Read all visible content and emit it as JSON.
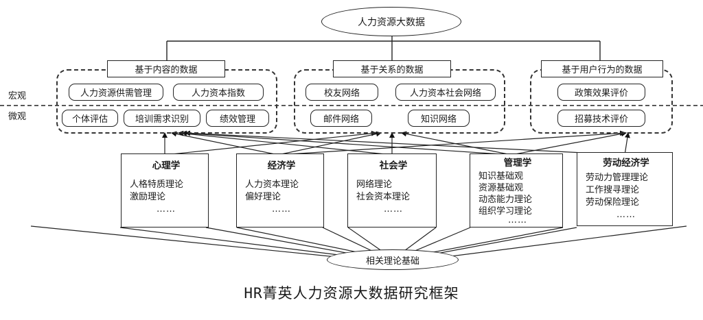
{
  "top": {
    "label": "人力资源大数据"
  },
  "bottom": {
    "label": "相关理论基础"
  },
  "side_labels": {
    "macro": "宏观",
    "micro": "微观"
  },
  "groups": [
    {
      "header": "基于内容的数据",
      "macro": [
        "人力资源供需管理",
        "人力资本指数"
      ],
      "micro": [
        "个体评估",
        "培训需求识别",
        "绩效管理"
      ]
    },
    {
      "header": "基于关系的数据",
      "macro": [
        "校友网络",
        "人力资本社会网络"
      ],
      "micro": [
        "邮件网络",
        "知识网络"
      ]
    },
    {
      "header": "基于用户行为的数据",
      "macro": [
        "政策效果评价"
      ],
      "micro": [
        "招募技术评价"
      ]
    }
  ],
  "theories": [
    {
      "title": "心理学",
      "items": [
        "人格特质理论",
        "激励理论"
      ],
      "more": "……"
    },
    {
      "title": "经济学",
      "items": [
        "人力资本理论",
        "偏好理论"
      ],
      "more": "……"
    },
    {
      "title": "社会学",
      "items": [
        "网络理论",
        "社会资本理论"
      ],
      "more": "……"
    },
    {
      "title": "管理学",
      "items": [
        "知识基础观",
        "资源基础观",
        "动态能力理论",
        "组织学习理论"
      ],
      "more": "……"
    },
    {
      "title": "劳动经济学",
      "items": [
        "劳动力管理理论",
        "工作搜寻理论",
        "劳动保险理论"
      ],
      "more": "……"
    }
  ],
  "caption": "HR菁英人力资源大数据研究框架"
}
